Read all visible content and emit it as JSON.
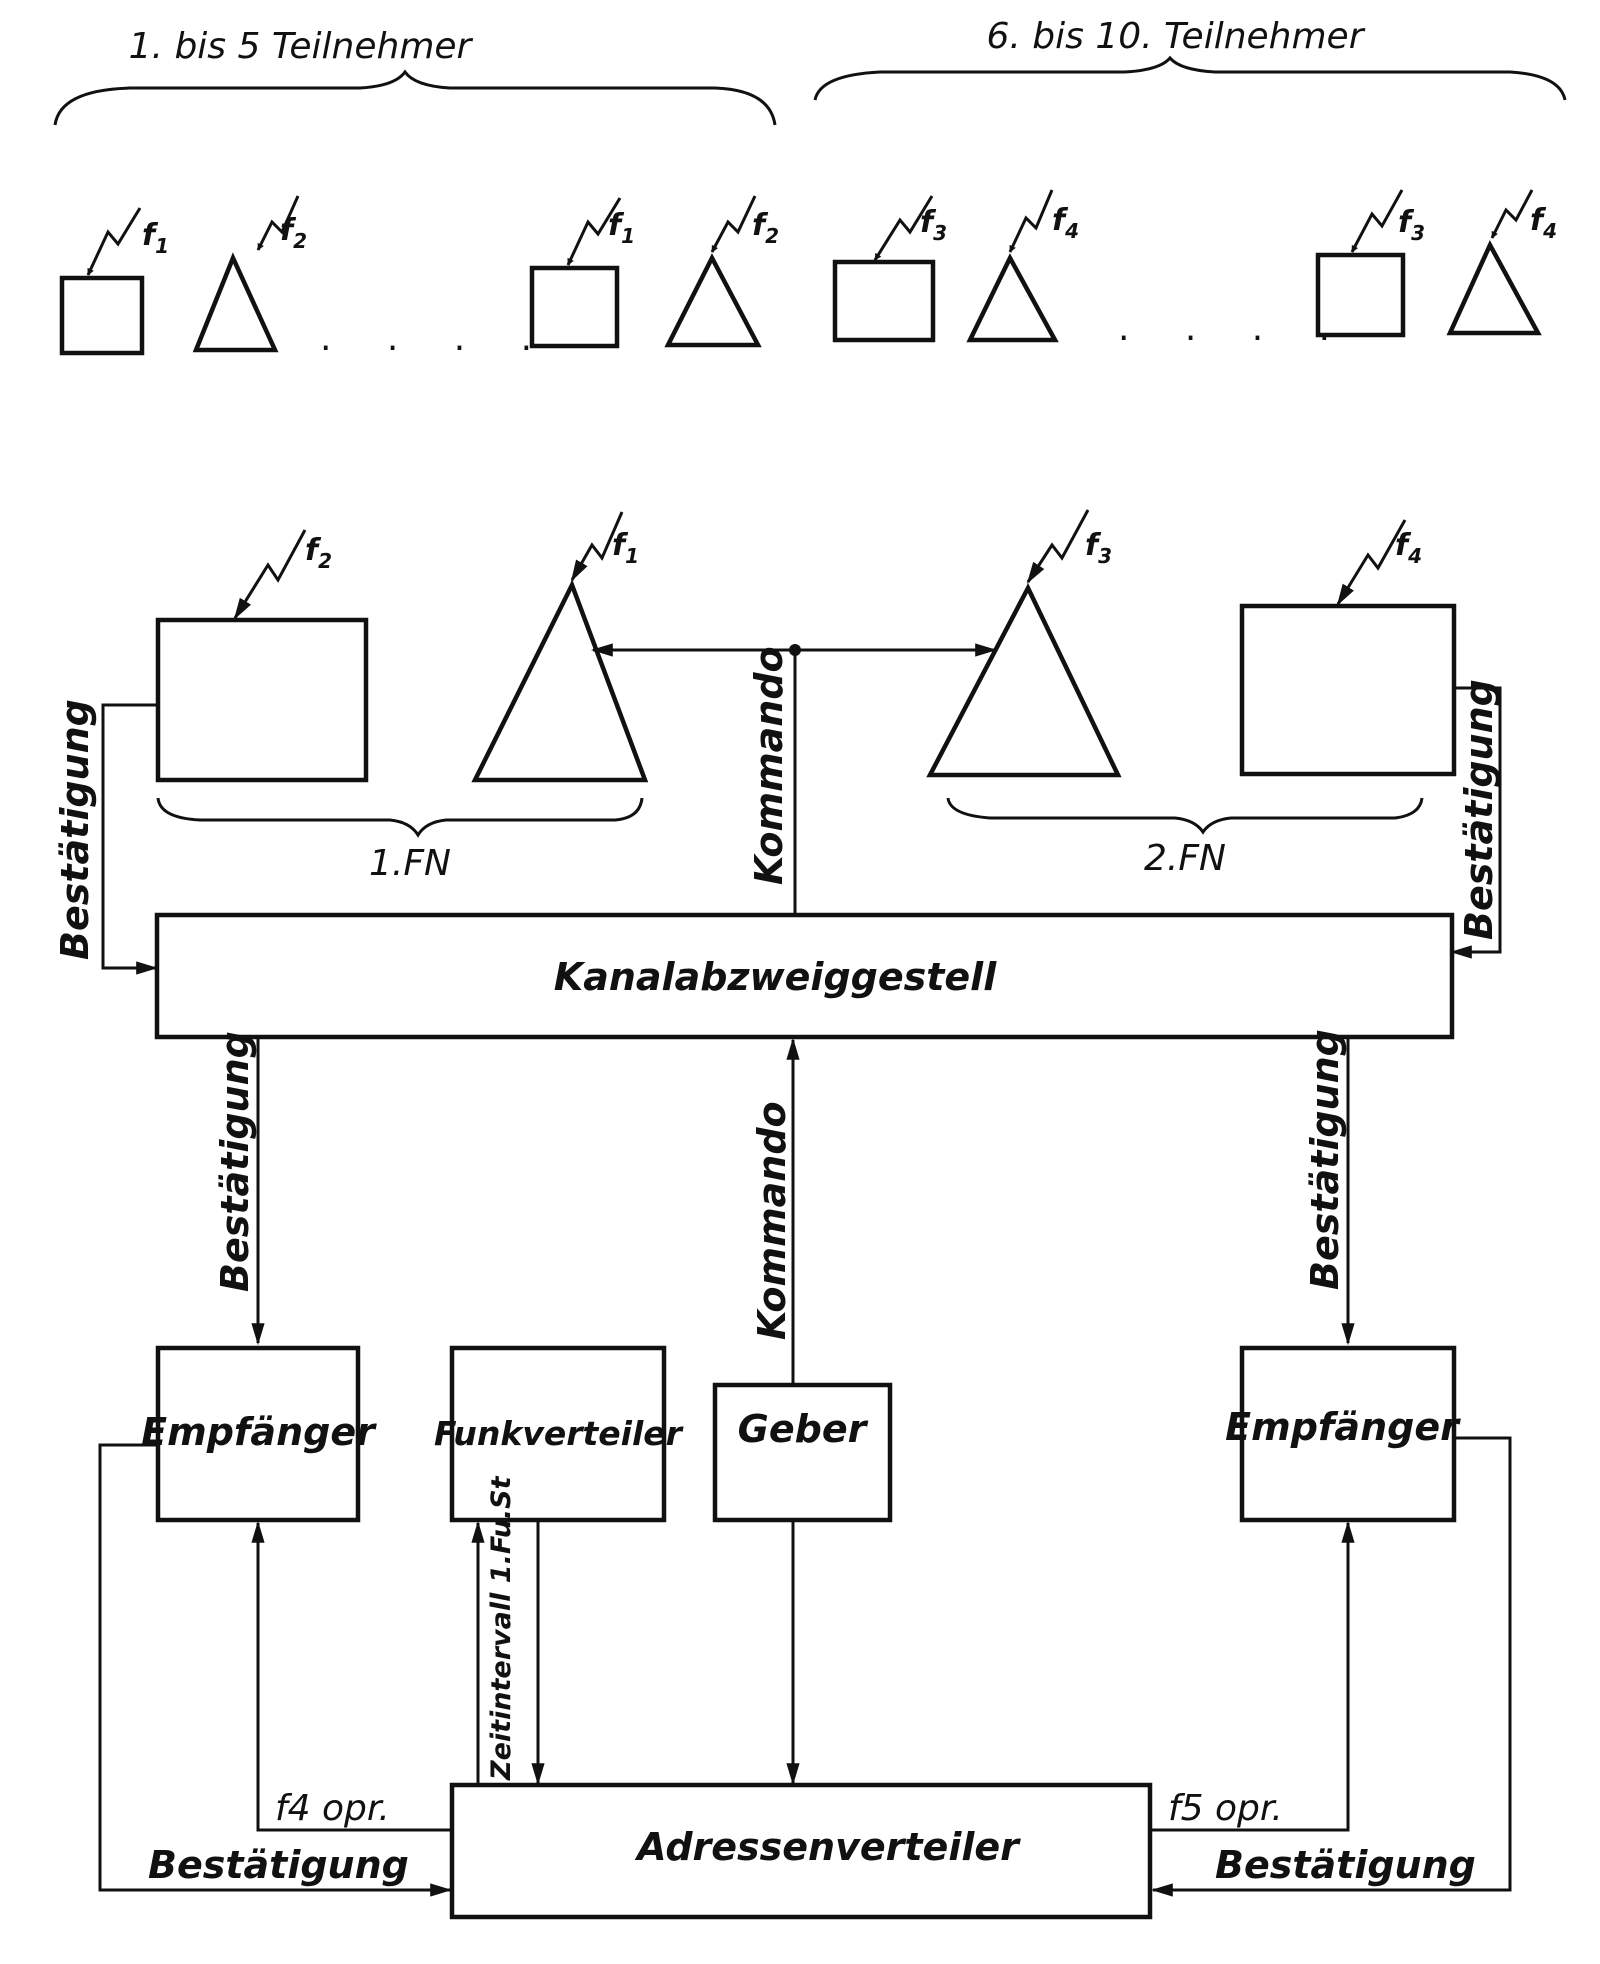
{
  "groups": {
    "left": "1. bis 5  Teilnehmer",
    "right": "6. bis 10.  Teilnehmer"
  },
  "freq": {
    "f": "f",
    "s1": "1",
    "s2": "2",
    "s3": "3",
    "s4": "4"
  },
  "ellipsis": ". . . .",
  "fn": {
    "first": "1.FN",
    "second": "2.FN"
  },
  "blocks": {
    "kanal": "Kanalabzweiggestell",
    "empf_left": "Empfänger",
    "funk": "Funkverteiler",
    "geber": "Geber",
    "empf_right": "Empfänger",
    "adressen": "Adressenverteiler"
  },
  "signals": {
    "bestaetigung": "Bestätigung",
    "kommando": "Kommando",
    "zeitintervall": "Zeitintervall 1.Fu.St",
    "f4_opr": "f4  opr.",
    "f5_opr": "f5  opr."
  }
}
